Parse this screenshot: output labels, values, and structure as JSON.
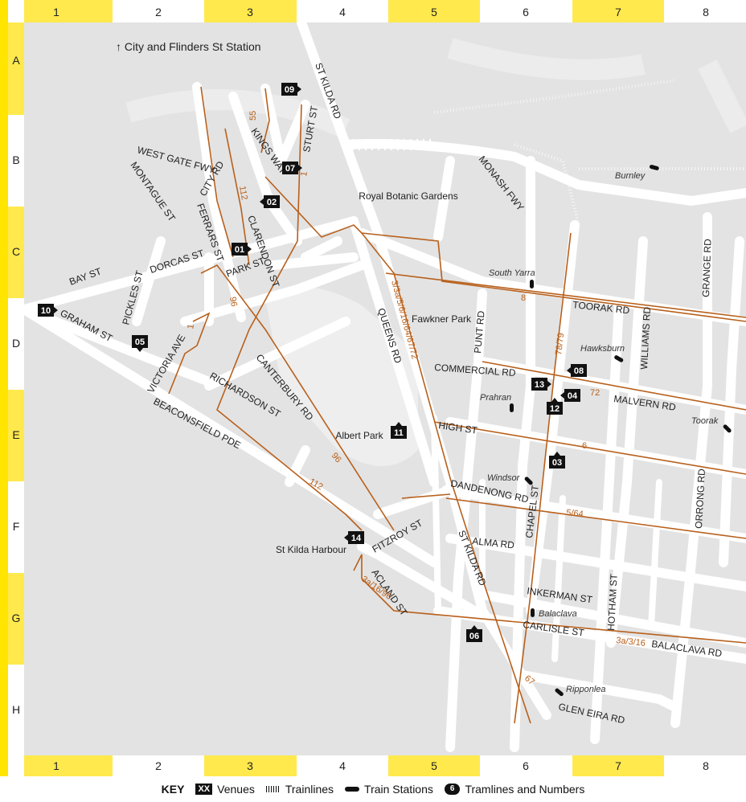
{
  "grid": {
    "cols": [
      "1",
      "2",
      "3",
      "4",
      "5",
      "6",
      "7",
      "8"
    ],
    "rows": [
      "A",
      "B",
      "C",
      "D",
      "E",
      "F",
      "G",
      "H"
    ]
  },
  "direction_note": "↑ City and Flinders St Station",
  "parks": [
    "Royal Botanic Gardens",
    "Fawkner Park",
    "Albert Park",
    "St Kilda Harbour"
  ],
  "streets": [
    "ST KILDA RD",
    "STURT ST",
    "KINGS WAY",
    "WEST GATE FWY",
    "CITY RD",
    "MONTAGUE ST",
    "FERRARS ST",
    "CLARENDON ST",
    "BAY ST",
    "DORCAS ST",
    "PARK ST",
    "PICKLES ST",
    "GRAHAM ST",
    "VICTORIA AVE",
    "RICHARDSON ST",
    "CANTERBURY RD",
    "BEACONSFIELD PDE",
    "QUEENS RD",
    "MONASH FWY",
    "TOORAK RD",
    "GRANGE RD",
    "PUNT RD",
    "WILLIAMS RD",
    "COMMERCIAL RD",
    "MALVERN RD",
    "HIGH ST",
    "CHAPEL ST",
    "DANDENONG RD",
    "ORRONG RD",
    "FITZROY ST",
    "ALMA RD",
    "ST KILDA RD",
    "ACLAND ST",
    "HOTHAM ST",
    "INKERMAN ST",
    "CARLISLE ST",
    "BALACLAVA RD",
    "GLEN EIRA RD"
  ],
  "stations": [
    "Burnley",
    "South Yarra",
    "Hawksburn",
    "Prahran",
    "Toorak",
    "Windsor",
    "Balaclava",
    "Ripponlea"
  ],
  "tram_numbers": [
    "55",
    "1",
    "112",
    "96",
    "1",
    "3/3a/5/6/16/64/67/72",
    "8",
    "78/79",
    "72",
    "96",
    "112",
    "6",
    "5/64",
    "3a/16/96",
    "3a/3/16",
    "67"
  ],
  "venues": [
    "01",
    "02",
    "03",
    "04",
    "05",
    "06",
    "07",
    "08",
    "09",
    "10",
    "11",
    "12",
    "13",
    "14"
  ],
  "key": {
    "title": "KEY",
    "venue_sample": "XX",
    "venues_label": "Venues",
    "trainlines_label": "Trainlines",
    "stations_label": "Train Stations",
    "tram_sample": "6",
    "tramlines_label": "Tramlines and Numbers"
  },
  "colors": {
    "grid_yellow": "#FFE94D",
    "frame_yellow": "#FFE500",
    "land": "#E3E3E3",
    "road": "#FFFFFF",
    "tram": "#B8601C",
    "venue": "#111111"
  }
}
